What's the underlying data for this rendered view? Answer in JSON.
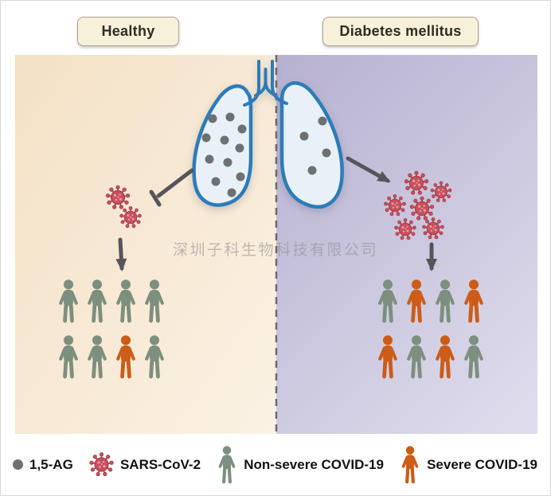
{
  "panels": {
    "healthy": {
      "label": "Healthy",
      "lung_dot_count": 11,
      "virus_count": 2,
      "people_rows": [
        [
          "non_severe",
          "non_severe",
          "non_severe",
          "non_severe"
        ],
        [
          "non_severe",
          "non_severe",
          "severe",
          "non_severe"
        ]
      ]
    },
    "diabetes": {
      "label": "Diabetes mellitus",
      "lung_dot_count": 4,
      "virus_count": 6,
      "people_rows": [
        [
          "non_severe",
          "severe",
          "non_severe",
          "severe"
        ],
        [
          "severe",
          "non_severe",
          "severe",
          "non_severe"
        ]
      ]
    }
  },
  "watermark": "深圳子科生物科技有限公司",
  "legend": {
    "items": [
      {
        "icon": "ag-dot-icon",
        "label": "1,5-AG"
      },
      {
        "icon": "virus-icon",
        "label": "SARS-CoV-2"
      },
      {
        "icon": "non-severe-person-icon",
        "label": "Non-severe COVID-19"
      },
      {
        "icon": "severe-person-icon",
        "label": "Severe COVID-19"
      }
    ]
  },
  "colors": {
    "non_severe": "#7d8f7e",
    "severe": "#cc5c17",
    "virus": "#c9505d",
    "virus_dark": "#a53f4b",
    "virus_light": "#e5a0a6",
    "ag_dot": "#6f7072",
    "arrow": "#55565a",
    "lung_outline": "#2d7cb8",
    "lung_fill": "#e8f0f8"
  }
}
